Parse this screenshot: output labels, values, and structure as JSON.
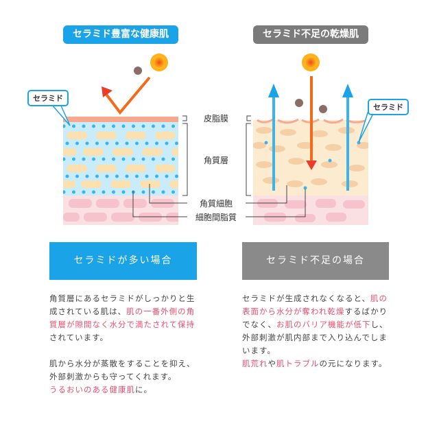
{
  "headers": {
    "healthy": "セラミド豊富な健康肌",
    "dry": "セラミド不足の乾燥肌"
  },
  "callouts": {
    "left": "セラミド",
    "right": "セラミド"
  },
  "labels": {
    "sebum": "皮脂膜",
    "stratum": "角質層",
    "cells": "角質細胞",
    "lipids": "細胞間脂質"
  },
  "boxes": {
    "healthy": "セラミドが多い場合",
    "dry": "セラミド不足の場合"
  },
  "healthy_text": {
    "p1a": "角質層にあるセラミドがしっかりと生成されている肌は、",
    "p1b": "肌の一番外側の角質層が隙間なく水分で満たされて保持",
    "p1c": "されています。",
    "p2a": "肌から水分が蒸散をすることを抑え、外部刺激からも守ってくれます。",
    "p2b": "うるおいのある健康肌",
    "p2c": "に。"
  },
  "dry_text": {
    "a": "セラミドが生成されなくなると、",
    "b": "肌の表面から水分が奪われ乾燥",
    "c": "するばかりでなく、",
    "d": "お肌のバリア機能が低下",
    "e": "し、外部刺激が肌内部まで入り込んでしまいます。",
    "f": "肌荒れ",
    "g": "や",
    "h": "肌トラブル",
    "i": "の元になります。"
  },
  "colors": {
    "blue": "#1aa3e6",
    "gray": "#7b7b7b",
    "pink": "#e8506e"
  }
}
